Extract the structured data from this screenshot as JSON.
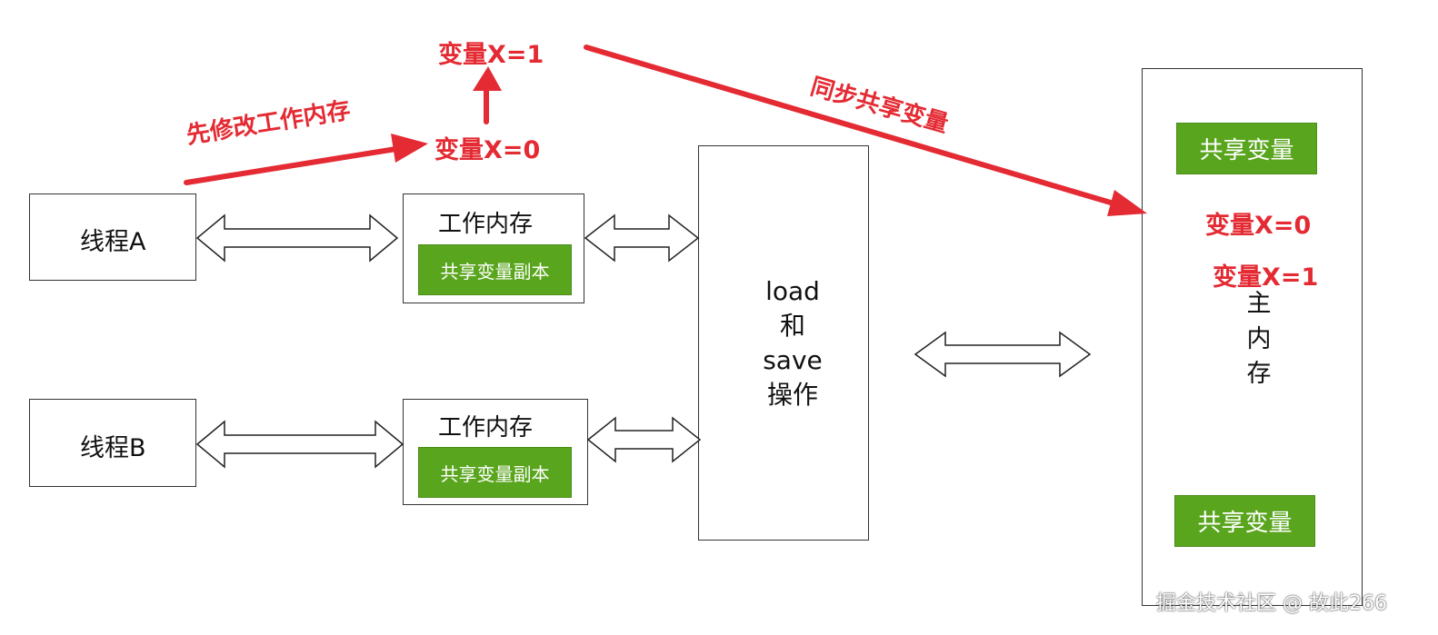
{
  "threads": [
    {
      "label": "线程A"
    },
    {
      "label": "线程B"
    }
  ],
  "working_memory": [
    {
      "title": "工作内存",
      "copy_label": "共享变量副本"
    },
    {
      "title": "工作内存",
      "copy_label": "共享变量副本"
    }
  ],
  "operation_box": {
    "lines": [
      "load",
      "和",
      "save",
      "操作"
    ]
  },
  "main_memory": {
    "shared_top": "共享变量",
    "shared_bottom": "共享变量",
    "var_x0": "变量X=0",
    "var_x1": "变量X=1",
    "label_chars": [
      "主",
      "内",
      "存"
    ]
  },
  "annotations": {
    "modify_first": "先修改工作内存",
    "var_x0": "变量X=0",
    "var_x1": "变量X=1",
    "sync": "同步共享变量"
  },
  "colors": {
    "annotation_red": "#e42a33",
    "box_green": "#5aa51e",
    "border": "#333333"
  },
  "watermark": "掘金技术社区 @ 故此266"
}
